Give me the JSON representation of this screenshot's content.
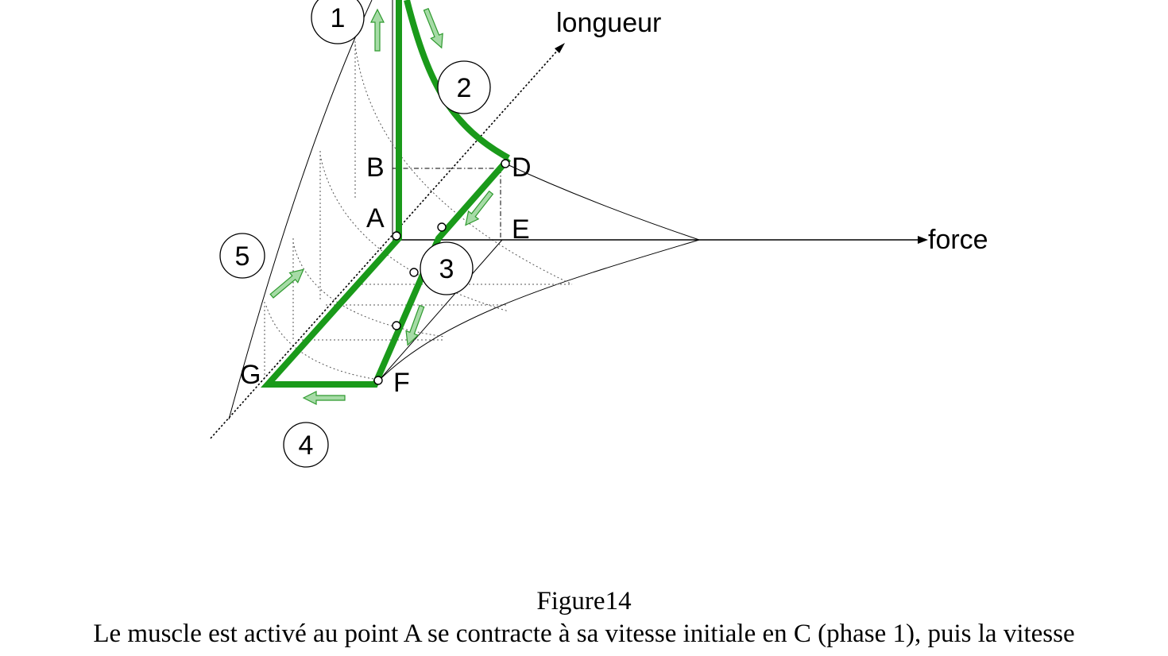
{
  "diagram": {
    "axis_labels": {
      "length": "longueur",
      "force": "force"
    },
    "point_labels": {
      "A": "A",
      "B": "B",
      "D": "D",
      "E": "E",
      "F": "F",
      "G": "G"
    },
    "phase_labels": [
      "1",
      "2",
      "3",
      "4",
      "5"
    ],
    "colors": {
      "cycle": "#1a9a1a",
      "arrow_fill": "#a6dba6",
      "arrow_stroke": "#2f9a2f",
      "lines": "#000000"
    }
  },
  "caption": {
    "title": "Figure14",
    "text": "Le muscle est activé au point A se contracte à sa vitesse initiale en C (phase 1), puis la vitesse"
  }
}
